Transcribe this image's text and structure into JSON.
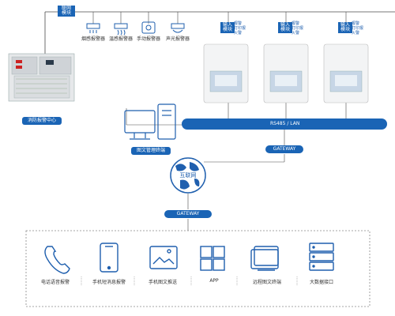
{
  "top_module": "联网\n模块",
  "alarm_center": "消防报警中心",
  "detectors": [
    {
      "label": "烟感报警器"
    },
    {
      "label": "温感报警器"
    },
    {
      "label": "手动报警器"
    },
    {
      "label": "声光报警器"
    }
  ],
  "inputs": [
    {
      "tag": "输入\n模块",
      "desc": "报警\n打印报\n火警"
    },
    {
      "tag": "输入\n模块",
      "desc": "报警\n打印报\n火警"
    },
    {
      "tag": "输入\n模块",
      "desc": "报警\n打印报\n火警"
    }
  ],
  "bus_label": "RS485 / LAN",
  "gateway1": "GATEWAY",
  "gateway2": "GATEWAY",
  "terminal_label": "图文管理终端",
  "internet_label": "互联网",
  "outputs": [
    {
      "label": "电话语音报警"
    },
    {
      "label": "手机短消息报警"
    },
    {
      "label": "手机图文推送"
    },
    {
      "label": "APP"
    },
    {
      "label": "远程图文终端"
    },
    {
      "label": "大数据接口"
    }
  ],
  "colors": {
    "accent": "#1a64b5",
    "line": "#4a4a4a",
    "icon": "#1f5fae"
  }
}
